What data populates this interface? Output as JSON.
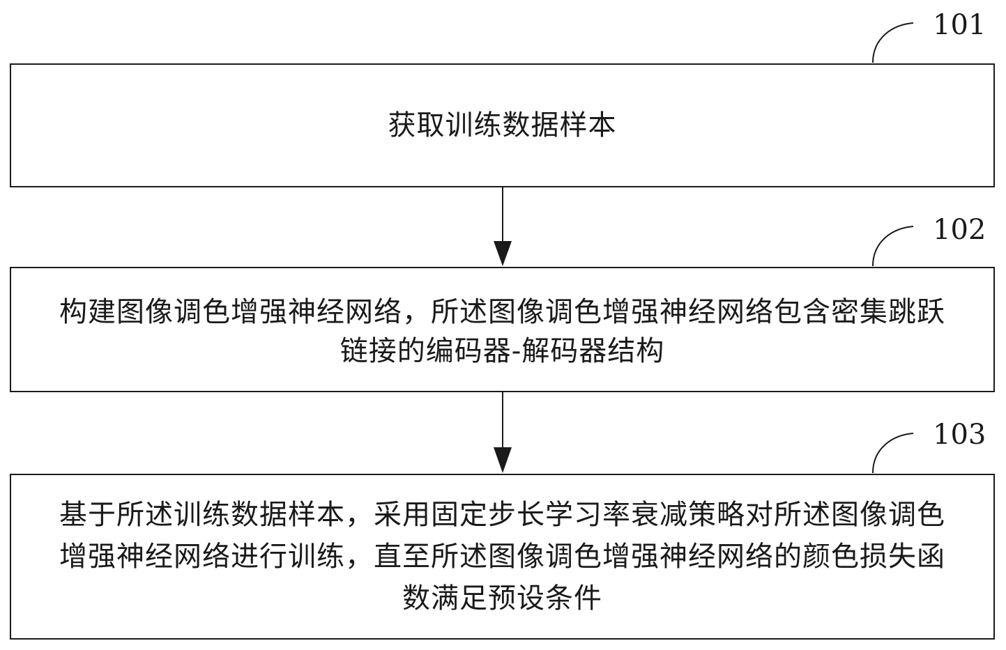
{
  "steps": [
    {
      "id": "101",
      "text": "获取训练数据样本"
    },
    {
      "id": "102",
      "text": "构建图像调色增强神经网络，所述图像调色增强神经网络包含密集跳跃链接的编码器-解码器结构"
    },
    {
      "id": "103",
      "text": "基于所述训练数据样本，采用固定步长学习率衰减策略对所述图像调色增强神经网络进行训练，直至所述图像调色增强神经网络的颜色损失函数满足预设条件"
    }
  ]
}
